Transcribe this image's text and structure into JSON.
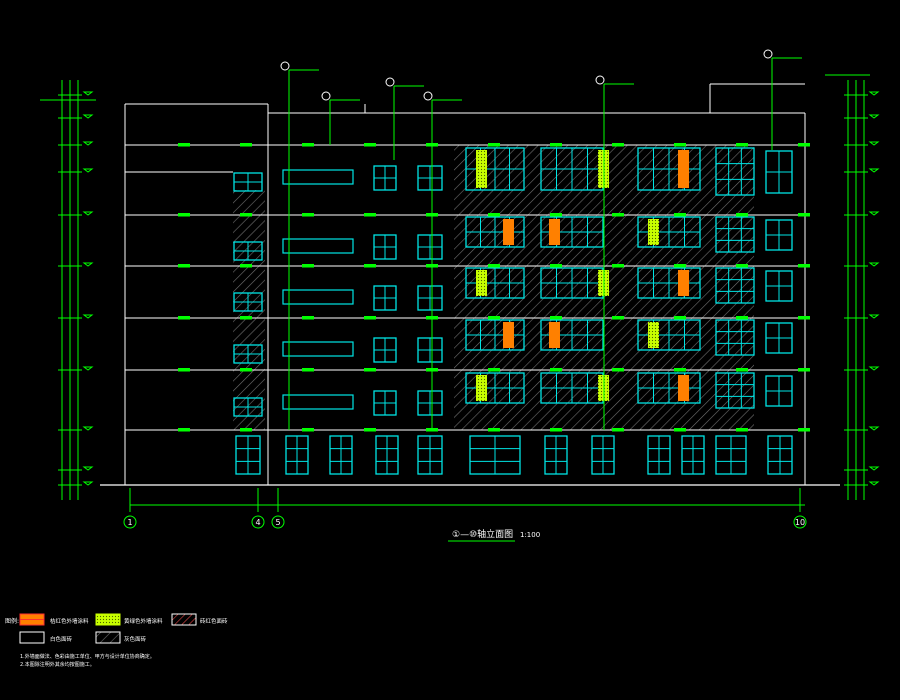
{
  "drawing": {
    "title": "①—⑩轴立面图",
    "scale": "1:100",
    "grid_axes": [
      "1",
      "4",
      "5",
      "10"
    ],
    "colors": {
      "background": "#000000",
      "frame": "#ffffff",
      "window": "#00e5e5",
      "leader": "#00ff00",
      "dimension": "#00ff00",
      "orange_panel": "#ff8000",
      "yellow_panel": "#c8ff00",
      "hatch": "#7a7a7a"
    }
  },
  "legend": {
    "label": "图例:",
    "items": [
      {
        "icon": "orange-swatch",
        "text": "桔红色外墙涂料"
      },
      {
        "icon": "yellow-dotted-swatch",
        "text": "黄绿色外墙涂料"
      },
      {
        "icon": "red-hatch-swatch",
        "text": "砖红色面砖"
      },
      {
        "icon": "white-swatch",
        "text": "白色面砖"
      },
      {
        "icon": "gray-hatch-swatch",
        "text": "灰色面砖"
      }
    ],
    "notes": [
      "1.外墙面做法、色彩由施工单位、甲方与设计单位协商确定。",
      "2.本图除注明外其余均按图施工。"
    ]
  }
}
